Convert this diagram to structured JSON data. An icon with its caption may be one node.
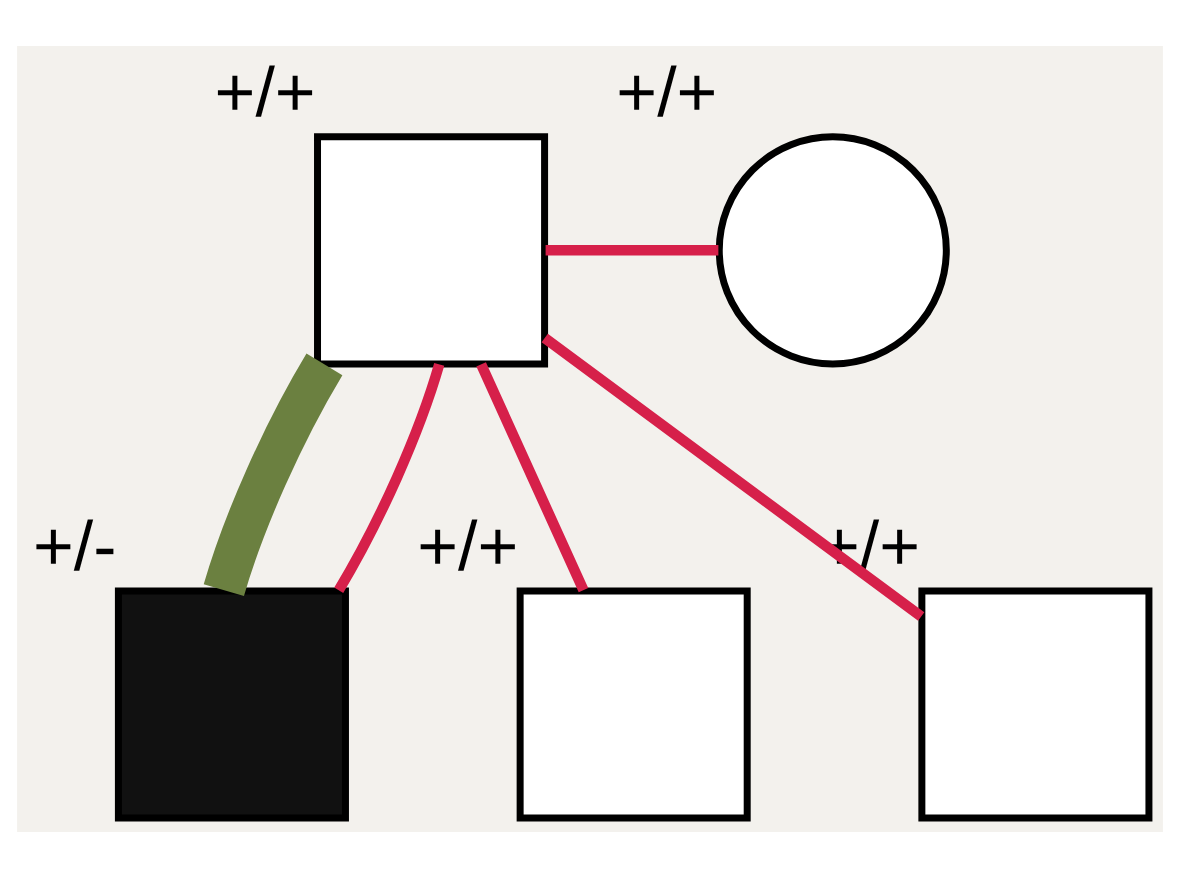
{
  "diagram": {
    "nodes": [
      {
        "text": [],
        "shape": "box",
        "beside": [
          "+/+"
        ]
      },
      {
        "text": [],
        "shape": "circle",
        "beside": [
          "+/+"
        ]
      },
      {
        "text": [],
        "shape": "box",
        "beside": [
          "+/-"
        ]
      },
      {
        "text": [],
        "shape": "box",
        "beside": [
          "+/+"
        ]
      },
      {
        "text": [],
        "shape": "box",
        "beside": [
          "+/+"
        ]
      }
    ],
    "edges": [
      {
        "from": 0,
        "to": 1,
        "arrow": "none"
      },
      {
        "from": 0,
        "to": 2,
        "arrow": "none",
        "style": "thick",
        "color": "#6b8040"
      },
      {
        "from": 0,
        "to": 2,
        "arrow": "none"
      },
      {
        "from": 0,
        "to": 3,
        "arrow": "none"
      },
      {
        "from": 0,
        "to": 4,
        "arrow": "none"
      }
    ]
  }
}
